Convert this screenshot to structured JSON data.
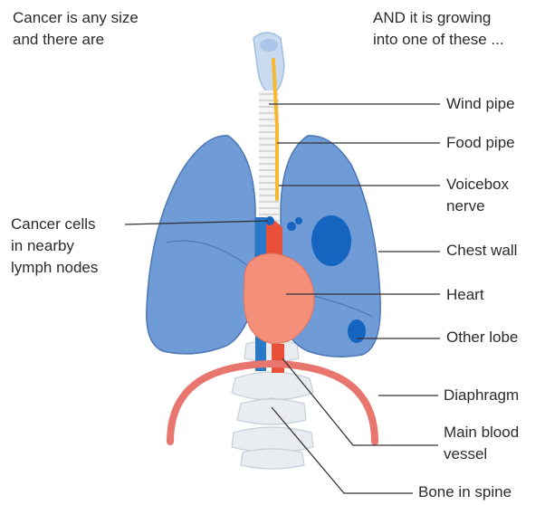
{
  "intro": {
    "left": "Cancer is any size\nand there are",
    "right": "AND it is growing\ninto one of these ..."
  },
  "labels": {
    "wind_pipe": "Wind pipe",
    "food_pipe": "Food pipe",
    "voicebox_nerve": "Voicebox\nnerve",
    "cancer_cells": "Cancer cells\nin nearby\nlymph nodes",
    "chest_wall": "Chest wall",
    "heart": "Heart",
    "other_lobe": "Other lobe",
    "diaphragm": "Diaphragm",
    "main_blood_vessel": "Main blood\nvessel",
    "bone_in_spine": "Bone in spine"
  },
  "colors": {
    "lung": "#6f9bd6",
    "lung_outline": "#4c77b5",
    "tumour": "#1565c0",
    "heart": "#f4907a",
    "artery": "#e8503a",
    "vein": "#2a78c8",
    "diaphragm": "#e8756e",
    "food_pipe": "#f5b82e",
    "bone": "#e9edf2",
    "leader": "#333333"
  }
}
